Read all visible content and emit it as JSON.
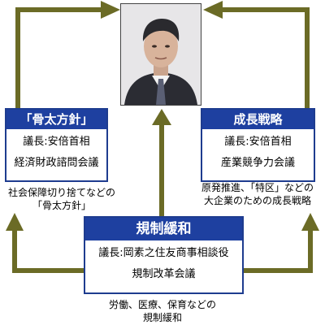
{
  "boxes": {
    "honebuto": {
      "title": "「骨太方針」",
      "chair": "議長:安倍首相",
      "council": "経済財政諮問会議"
    },
    "seicho": {
      "title": "成長戦略",
      "chair": "議長:安倍首相",
      "council": "産業競争力会議"
    },
    "kisei": {
      "title": "規制緩和",
      "chair": "議長:岡素之住友商事相談役",
      "council": "規制改革会議"
    }
  },
  "captions": {
    "left": [
      "社会保障切り捨てなどの",
      "「骨太方針」"
    ],
    "right": [
      "原発推進、「特区」などの",
      "大企業のための成長戦略"
    ],
    "bottom": [
      "労働、医療、保育などの",
      "規制緩和"
    ]
  },
  "colors": {
    "header_blue": "#1e40a0",
    "arrow_olive": "#6b6b26"
  }
}
